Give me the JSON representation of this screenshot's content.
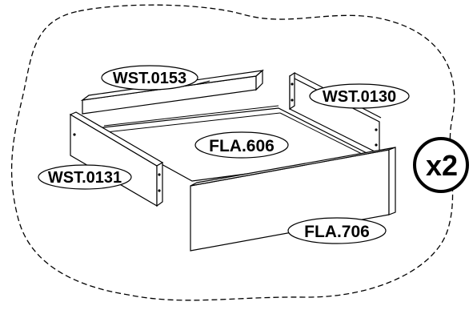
{
  "diagram": {
    "parts": {
      "back_panel": "WST.0153",
      "right_side_panel": "WST.0130",
      "left_side_panel": "WST.0131",
      "bottom_panel": "FLA.606",
      "front_panel": "FLA.706"
    },
    "quantity": "x2",
    "colors": {
      "stroke": "#000000",
      "fill": "#ffffff"
    }
  }
}
